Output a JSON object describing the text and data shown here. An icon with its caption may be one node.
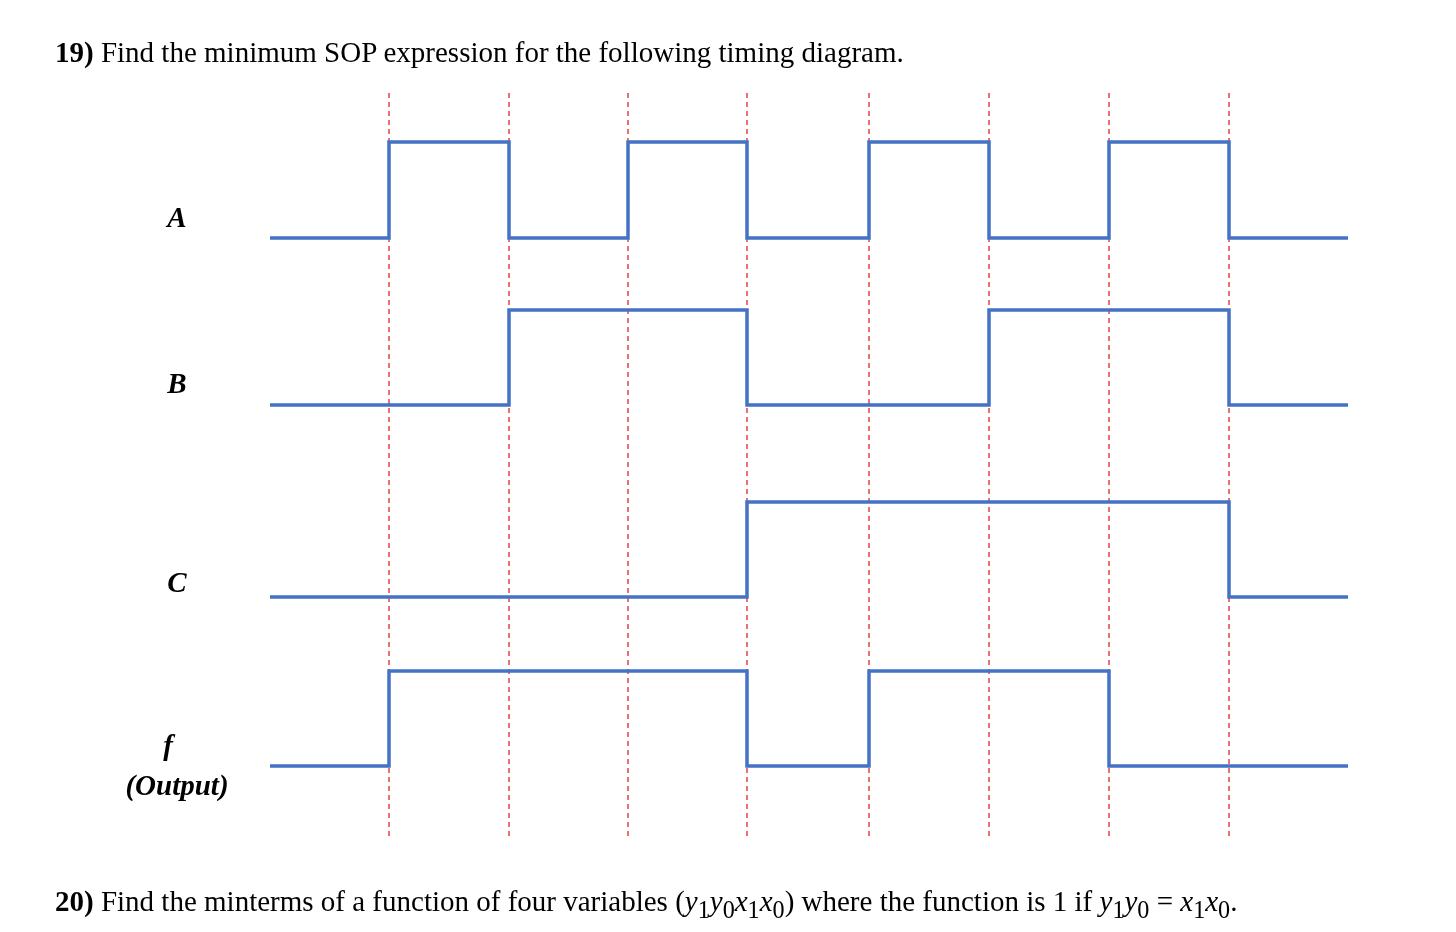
{
  "diagram": {
    "labels": [
      "**19)** Find the minimum SOP expression for the following timing diagram.",
      "A",
      "B",
      "C",
      "f",
      "(Output)",
      "**20)** Find the minterms of a function of four variables (*y*$_{1}$*y*$_{0}$*x*$_{1}$*x*$_{0}$) where the function is 1 if *y*$_{1}$*y*$_{0}$ = *x*$_{1}$*x*$_{0}$."
    ]
  }
}
